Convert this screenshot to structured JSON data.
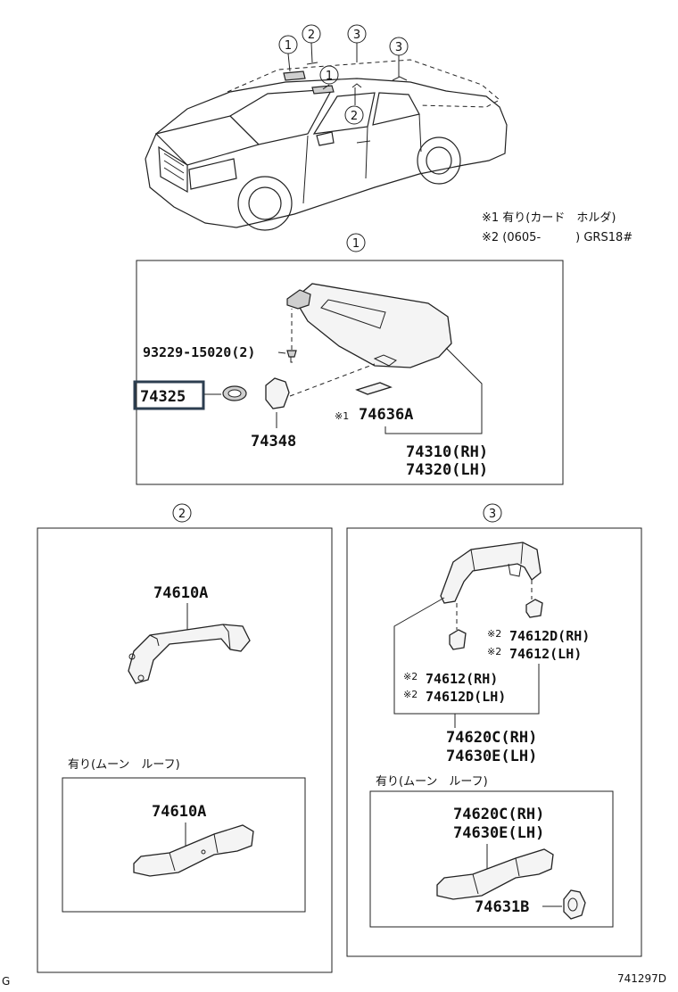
{
  "notes": {
    "note1": "※1 有り(カード　ホルダ)",
    "note2": "※2 (0605-　　　) GRS18#"
  },
  "car_callouts": [
    "1",
    "2",
    "1",
    "3",
    "3",
    "2"
  ],
  "section1": {
    "marker": "1",
    "parts": {
      "screw": "93229-15020(2)",
      "highlighted": "74325",
      "holder": "74348",
      "card_holder_mark": "※1",
      "card_holder": "74636A",
      "visor_rh": "74310(RH)",
      "visor_lh": "74320(LH)"
    }
  },
  "section2": {
    "marker": "2",
    "part_top": "74610A",
    "moon_roof_label": "有り(ムーン　ルーフ)",
    "part_bottom": "74610A"
  },
  "section3": {
    "marker": "3",
    "mark2": "※2",
    "cover_d_rh": "74612D(RH)",
    "cover_lh": "74612(LH)",
    "cover_rh": "74612(RH)",
    "cover_d_lh": "74612D(LH)",
    "grip_rh": "74620C(RH)",
    "grip_lh": "74630E(LH)",
    "moon_roof_label": "有り(ムーン　ルーフ)",
    "moon_grip_rh": "74620C(RH)",
    "moon_grip_lh": "74630E(LH)",
    "moon_clip": "74631B"
  },
  "footer": {
    "left": "G",
    "right": "741297D"
  }
}
